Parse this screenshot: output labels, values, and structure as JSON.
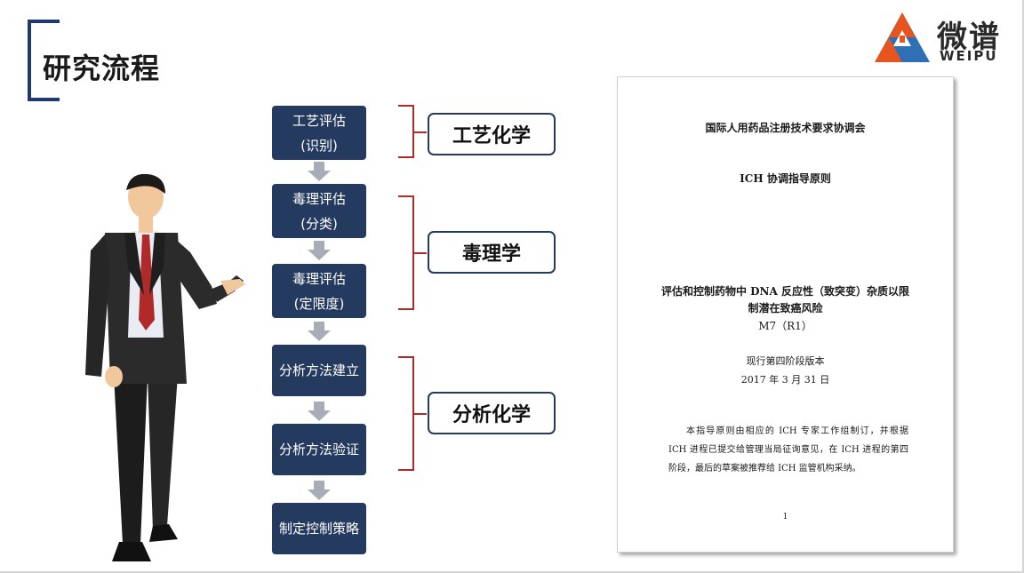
{
  "page": {
    "title": "研究流程"
  },
  "logo": {
    "name": "微谱",
    "sub": "WEIPU"
  },
  "steps": [
    {
      "line1": "工艺评估",
      "line2": "(识别)"
    },
    {
      "line1": "毒理评估",
      "line2": "(分类)"
    },
    {
      "line1": "毒理评估",
      "line2": "(定限度)"
    },
    {
      "line1": "分析方法建立"
    },
    {
      "line1": "分析方法验证"
    },
    {
      "line1": "制定控制策略"
    }
  ],
  "categories": [
    {
      "label": "工艺化学"
    },
    {
      "label": "毒理学"
    },
    {
      "label": "分析化学"
    }
  ],
  "document": {
    "org": "国际人用药品注册技术要求协调会",
    "guideline": "ICH 协调指导原则",
    "title_line1": "评估和控制药物中 DNA 反应性（致突变）杂质以限",
    "title_line2": "制潜在致癌风险",
    "code": "M7（R1）",
    "version": "现行第四阶段版本",
    "date": "2017 年 3 月 31 日",
    "body": "本指导原则由相应的 ICH 专家工作组制订，并根据 ICH 进程已提交给管理当局征询意见，在 ICH 进程的第四阶段，最后的草案被推荐给 ICH 监管机构采纳。",
    "page_number": "1"
  },
  "colors": {
    "step_fill": "#243a5e",
    "brace": "#b02a2a",
    "accent_blue": "#1f3a6e",
    "logo_orange": "#e8541e",
    "logo_blue": "#2f6fb5"
  }
}
